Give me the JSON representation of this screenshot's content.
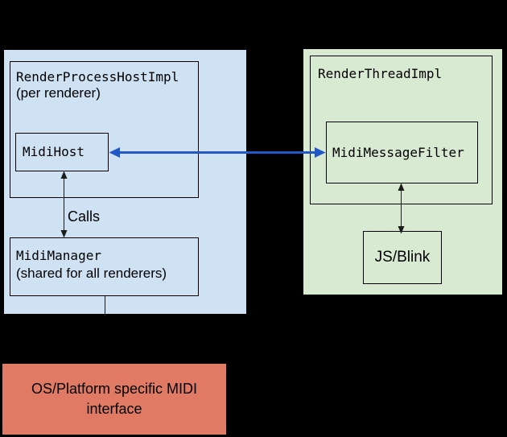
{
  "diagram": {
    "background": "#000000",
    "line_color": "#1c1c1c",
    "ipc_arrow_color": "#2058c8",
    "browser": {
      "fill": "#cfe2f3",
      "render_process_host": {
        "title": "RenderProcessHostImpl",
        "subtitle": "(per renderer)"
      },
      "midi_host_label": "MidiHost",
      "calls_label": "Calls",
      "midi_manager": {
        "title": "MidiManager",
        "subtitle": "(shared for all renderers)"
      }
    },
    "renderer": {
      "fill": "#d9ead3",
      "render_thread_title": "RenderThreadImpl",
      "midi_message_filter_label": "MidiMessageFilter",
      "js_blink_label": "JS/Blink"
    },
    "os": {
      "fill": "#e07a65",
      "label": "OS/Platform specific MIDI interface"
    }
  }
}
